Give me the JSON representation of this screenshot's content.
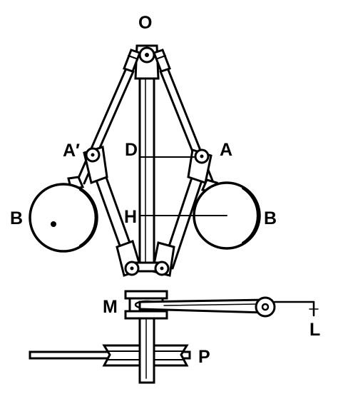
{
  "labels": {
    "pivot": "O",
    "collar_right": "A",
    "collar_left": "A′",
    "ball_left": "B",
    "ball_right": "B",
    "spindle_upper": "D",
    "spindle_lower": "H",
    "sleeve": "M",
    "pulley": "P",
    "lever_end": "L"
  },
  "colors": {
    "ink": "#000000",
    "paper": "#ffffff"
  }
}
